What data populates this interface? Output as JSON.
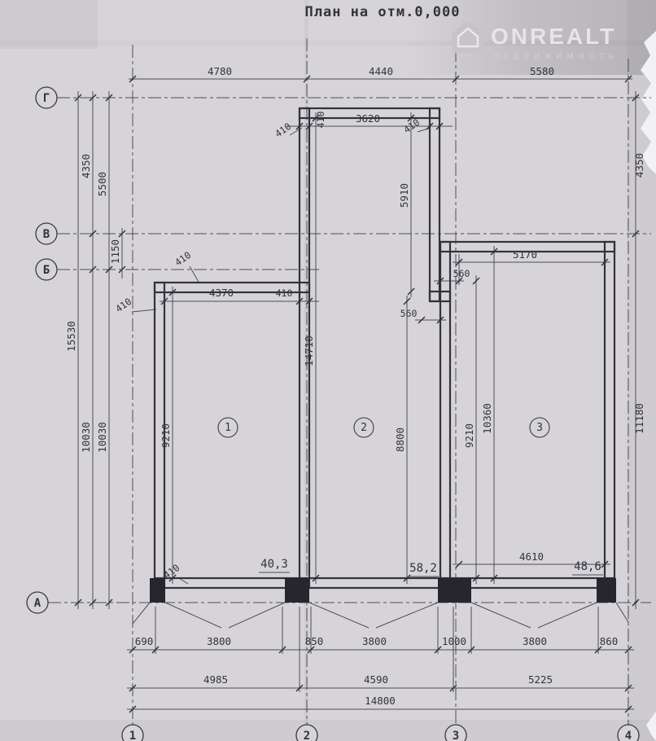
{
  "page": {
    "title": "План на отм.0,000",
    "watermark": {
      "brand": "ONREALT",
      "subtitle": "НЕДВИЖИМОСТЬ"
    }
  },
  "axes": {
    "rows": [
      "Г",
      "В",
      "Б",
      "А"
    ],
    "cols": [
      "1",
      "2",
      "3",
      "4"
    ]
  },
  "rooms": [
    {
      "number": "1",
      "area": "40,3"
    },
    {
      "number": "2",
      "area": "58,2"
    },
    {
      "number": "3",
      "area": "48,6"
    }
  ],
  "dims": {
    "top": [
      "4780",
      "4440",
      "5580"
    ],
    "upper_mid": {
      "w3620": "3620",
      "w410a": "410",
      "w410b": "410",
      "w410c": "410"
    },
    "left": {
      "d4350": "4350",
      "d5500": "5500",
      "d1150": "1150",
      "d15530": "15530",
      "d10030a": "10030",
      "d10030b": "10030"
    },
    "room1": {
      "h9210": "9210",
      "w4370": "4370",
      "w410": "410",
      "t410a": "410",
      "t410b": "410",
      "t410c": "410"
    },
    "mid": {
      "h14710": "14710",
      "h5910": "5910",
      "h8800": "8800",
      "s560a": "560",
      "s560b": "560"
    },
    "right": {
      "w5170": "5170",
      "h9210": "9210",
      "h10360": "10360",
      "h11180": "11180",
      "h4350": "4350",
      "w4610": "4610"
    },
    "row1": [
      "690",
      "3800",
      "850",
      "3800",
      "1000",
      "3800",
      "860"
    ],
    "row2": [
      "4985",
      "4590",
      "5225"
    ],
    "total": "14800"
  }
}
